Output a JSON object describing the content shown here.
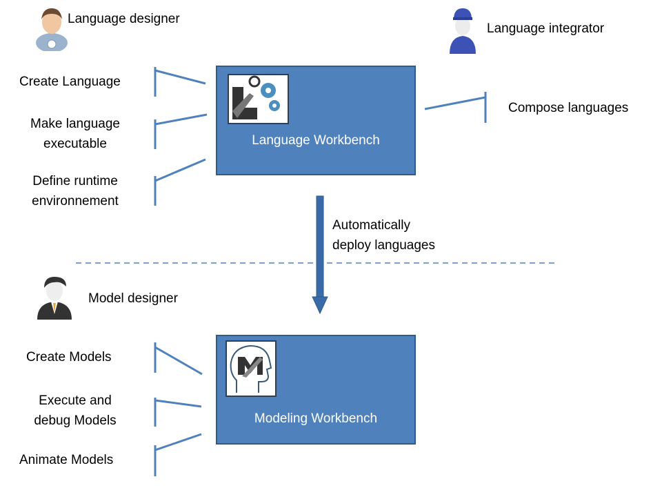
{
  "roles": {
    "language_designer": "Language designer",
    "language_integrator": "Language integrator",
    "model_designer": "Model designer"
  },
  "language_workbench": {
    "title": "Language Workbench",
    "tasks": {
      "create": "Create Language",
      "executable_1": "Make language",
      "executable_2": "executable",
      "runtime_1": "Define runtime",
      "runtime_2": "environnement"
    },
    "compose": "Compose languages"
  },
  "deploy": {
    "line1": "Automatically",
    "line2": "deploy languages"
  },
  "modeling_workbench": {
    "title": "Modeling Workbench",
    "tasks": {
      "create": "Create Models",
      "execute_1": "Execute and",
      "execute_2": "debug Models",
      "animate": "Animate Models"
    }
  },
  "colors": {
    "box_fill": "#4f81bd",
    "box_border": "#2e5c8a",
    "connector": "#4f81bd",
    "arrow": "#3b6aa8"
  }
}
